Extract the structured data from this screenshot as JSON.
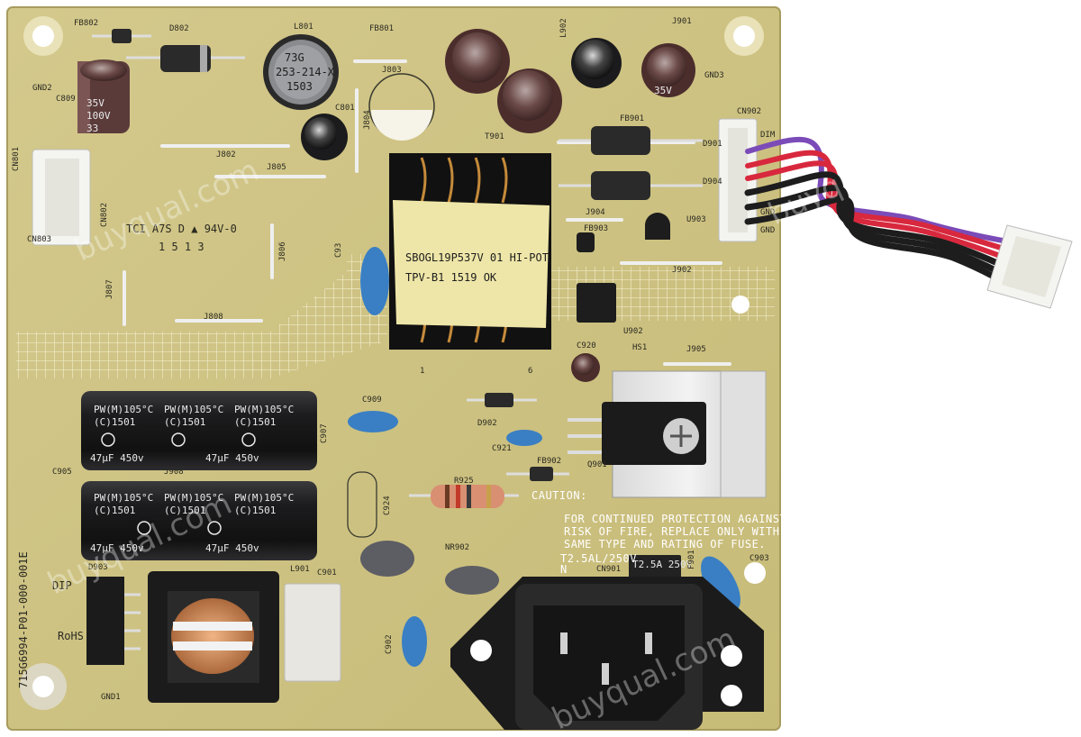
{
  "board": {
    "part_number": "715G6994-P01-000-001E",
    "ul_marking": "TCI A7S D ▲ 94V-0",
    "date_code": "1 5 1 3",
    "rohs": "RoHS",
    "dip": "DIP"
  },
  "transformer": {
    "line1": "SBOGL19P537V  01 HI-POT",
    "line2": "TPV-B1      1519     OK",
    "pin1": "1",
    "pin6": "6"
  },
  "bulk_caps": {
    "top": {
      "header": "PW(M)105°C",
      "code": "(C)1501",
      "rating": "47μF 450v"
    },
    "bottom": {
      "header": "PW(M)105°C",
      "code": "(C)1501",
      "rating": "47μF 450v"
    }
  },
  "inductor_l801": {
    "line1": "73G",
    "line2": "253-214-X",
    "line3": "1503"
  },
  "cap_c809": {
    "line1": "35V",
    "line2": "100V",
    "line3": "33"
  },
  "cap_c907": {
    "line1": "35V"
  },
  "warning": {
    "title": "CAUTION:",
    "lines": [
      "FOR CONTINUED PROTECTION AGAINST",
      "RISK OF FIRE, REPLACE ONLY WITH",
      "SAME TYPE AND RATING OF FUSE."
    ],
    "fuse_rating": "T2.5AL/250V",
    "neutral": "N"
  },
  "fuse_body": "T2.5A 250V",
  "connector_labels": {
    "cn902": "CN902",
    "gnd1": "GND",
    "gnd2": "GND",
    "dim": "DIM"
  },
  "refdes": {
    "fb802": "FB802",
    "d802": "D802",
    "l801": "L801",
    "fb801": "FB801",
    "c809": "C809",
    "gnd2": "GND2",
    "j803": "J803",
    "c801": "C801",
    "j804": "J804",
    "j802": "J802",
    "j805": "J805",
    "cn801": "CN801",
    "cn802": "CN802",
    "cn803": "CN803",
    "j806": "J806",
    "j807": "J807",
    "j808": "J808",
    "c93": "C93",
    "l902": "L902",
    "j901": "J901",
    "gnd3": "GND3",
    "t901": "T901",
    "fb901": "FB901",
    "d901": "D901",
    "d904": "D904",
    "j904": "J904",
    "u903": "U903",
    "fb903": "FB903",
    "j902": "J902",
    "u902": "U902",
    "c920": "C920",
    "hs1": "HS1",
    "j905": "J905",
    "c909": "C909",
    "c907": "C907",
    "c905": "C905",
    "j908": "J908",
    "d902": "D902",
    "c921": "C921",
    "q901": "Q901",
    "fb902": "FB902",
    "r925": "R925",
    "c924": "C924",
    "nr902": "NR902",
    "cn901": "CN901",
    "f901": "F901",
    "c903": "C903",
    "l901": "L901",
    "c901": "C901",
    "c902": "C902",
    "gnd1": "GND1",
    "d903": "D903"
  },
  "watermarks": [
    "buyqual.com",
    "buyqual.com",
    "buyqual.com",
    "buyqual.com"
  ],
  "colors": {
    "pcb": "#cfc487",
    "pcb_dark": "#b9ad6c",
    "cap_black": "#1b1b1d",
    "cap_brown": "#5a3b3a",
    "y_cap_blue": "#3a7fc4",
    "wire_red": "#d8283d",
    "wire_purple": "#7b4bb8"
  }
}
